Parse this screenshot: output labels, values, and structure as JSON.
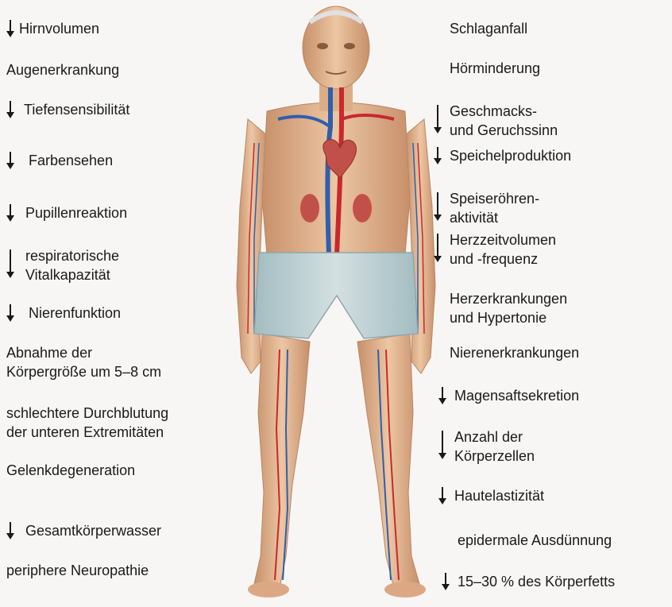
{
  "left_labels": [
    {
      "lines": [
        "Hirnvolumen"
      ],
      "arrow": "down"
    },
    {
      "lines": [
        "Augenerkrankung"
      ],
      "arrow": "none"
    },
    {
      "lines": [
        "Tiefensensibilität"
      ],
      "arrow": "down"
    },
    {
      "lines": [
        "Farbensehen"
      ],
      "arrow": "down"
    },
    {
      "lines": [
        "Pupillenreaktion"
      ],
      "arrow": "down"
    },
    {
      "lines": [
        "respiratorische",
        "Vitalkapazität"
      ],
      "arrow": "down"
    },
    {
      "lines": [
        "Nierenfunktion"
      ],
      "arrow": "down"
    },
    {
      "lines": [
        "Abnahme der",
        "Körpergröße um 5–8 cm"
      ],
      "arrow": "none"
    },
    {
      "lines": [
        "schlechtere Durchblutung",
        "der unteren Extremitäten"
      ],
      "arrow": "none"
    },
    {
      "lines": [
        "Gelenkdegeneration"
      ],
      "arrow": "none"
    },
    {
      "lines": [
        "Gesamtkörperwasser"
      ],
      "arrow": "down"
    },
    {
      "lines": [
        "periphere Neuropathie"
      ],
      "arrow": "none"
    }
  ],
  "right_labels": [
    {
      "lines": [
        "Schlaganfall"
      ],
      "arrow": "none"
    },
    {
      "lines": [
        "Hörminderung"
      ],
      "arrow": "none"
    },
    {
      "lines": [
        "Geschmacks-",
        "und Geruchssinn"
      ],
      "arrow": "down"
    },
    {
      "lines": [
        "Speichelproduktion"
      ],
      "arrow": "down"
    },
    {
      "lines": [
        "Speiseröhren-",
        "aktivität"
      ],
      "arrow": "down"
    },
    {
      "lines": [
        "Herzzeitvolumen",
        "und -frequenz"
      ],
      "arrow": "down"
    },
    {
      "lines": [
        "Herzerkrankungen",
        "und Hypertonie"
      ],
      "arrow": "none"
    },
    {
      "lines": [
        "Nierenerkrankungen"
      ],
      "arrow": "none"
    },
    {
      "lines": [
        "Magensaftsekretion"
      ],
      "arrow": "down"
    },
    {
      "lines": [
        "Anzahl der",
        "Körperzellen"
      ],
      "arrow": "down"
    },
    {
      "lines": [
        "Hautelastizität"
      ],
      "arrow": "down"
    },
    {
      "lines": [
        "epidermale Ausdünnung"
      ],
      "arrow": "none"
    },
    {
      "lines": [
        "15–30 % des Körperfetts"
      ],
      "arrow": "down"
    }
  ],
  "colors": {
    "skin": "#e3b994",
    "skin_shadow": "#c7906a",
    "shorts": "#b9cdd0",
    "artery": "#c8282e",
    "vein": "#2f5fae",
    "organ": "#c2504a"
  }
}
